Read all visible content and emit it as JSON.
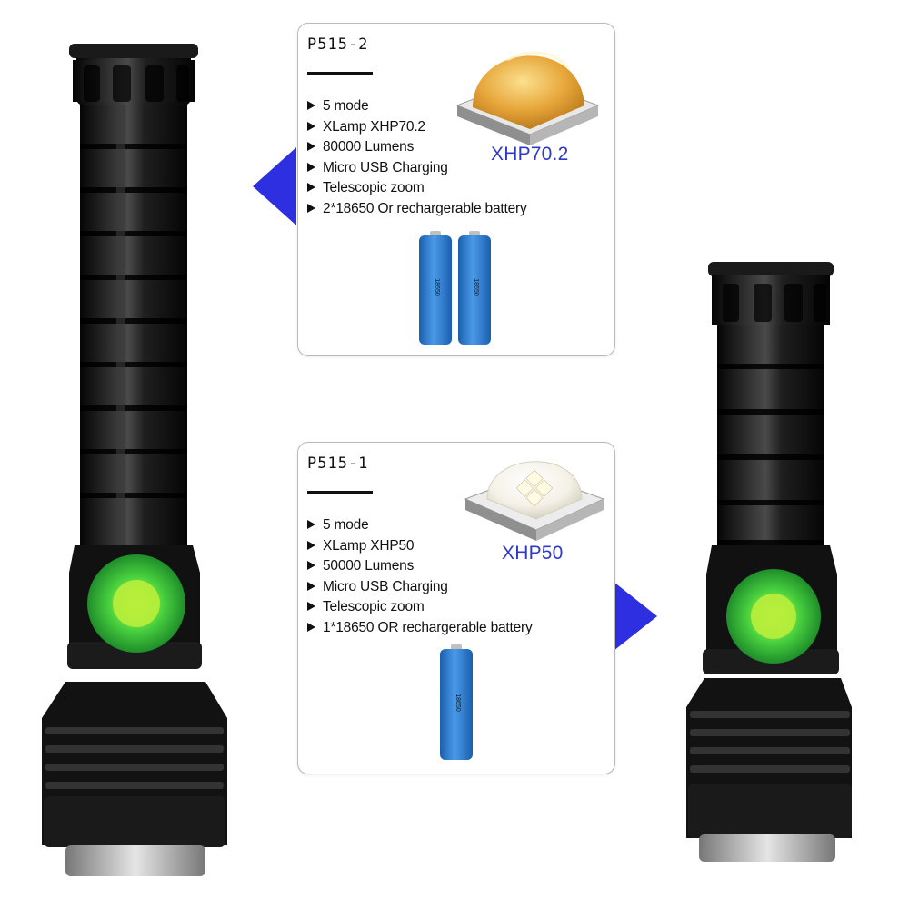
{
  "products": [
    {
      "model": "P515-2",
      "features": [
        "5 mode",
        "XLamp XHP70.2",
        "80000 Lumens",
        "Micro USB Charging",
        "Telescopic zoom",
        "2*18650 Or rechargerable battery"
      ],
      "led": "XHP70.2",
      "led_color": "#e7a63a",
      "battery_count": 2,
      "battery_label": "18650"
    },
    {
      "model": "P515-1",
      "features": [
        "5 mode",
        "XLamp XHP50",
        "50000 Lumens",
        "Micro USB Charging",
        "Telescopic zoom",
        "1*18650 OR rechargerable battery"
      ],
      "led": "XHP50",
      "led_color": "#f4f1e7",
      "battery_count": 1,
      "battery_label": "18650"
    }
  ],
  "colors": {
    "label_blue": "#2f39c9",
    "arrow_blue": "#2e2fe0",
    "switch_green": "#38d33a",
    "battery_blue": "#2e7fd9",
    "flashlight_body": "#151515"
  }
}
